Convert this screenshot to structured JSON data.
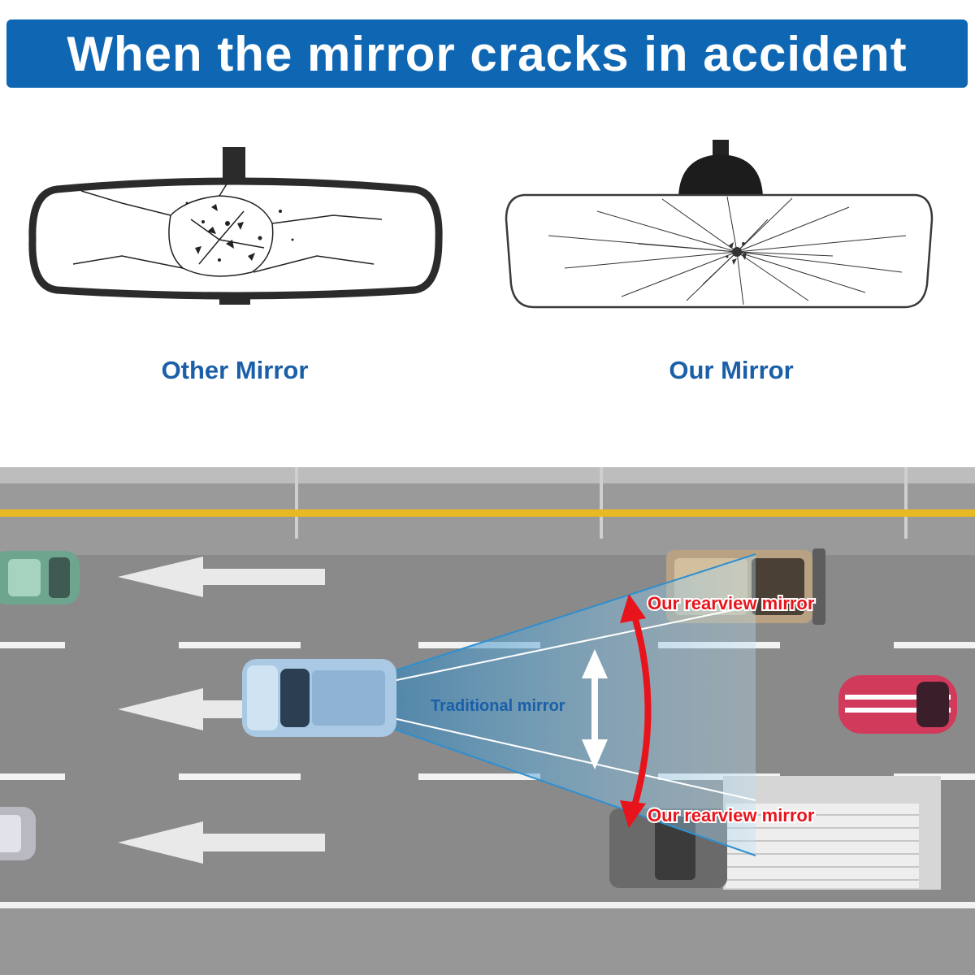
{
  "banner": {
    "title": "When the mirror cracks in accident"
  },
  "mirrors": {
    "other": {
      "label": "Other Mirror"
    },
    "ours": {
      "label": "Our Mirror"
    }
  },
  "road": {
    "traditional_label": "Traditional mirror",
    "our_label_top": "Our rearview mirror",
    "our_label_bottom": "Our rearview mirror"
  },
  "colors": {
    "banner": "#0f67b3",
    "label_blue": "#1a5fa8",
    "red_arrow": "#e8141c",
    "road": "#8a8a8a",
    "yellow_line": "#e7b923"
  },
  "icons": [
    "cracked-mirror-icon",
    "shatter-mirror-icon",
    "car-icon",
    "truck-icon",
    "arrow-left-icon"
  ]
}
